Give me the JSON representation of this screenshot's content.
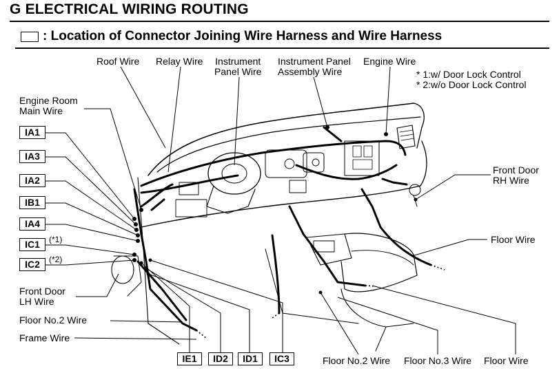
{
  "header": {
    "title": "G ELECTRICAL WIRING ROUTING",
    "subtitle": ": Location of Connector Joining Wire Harness and Wire Harness"
  },
  "labels": {
    "roof_wire": "Roof Wire",
    "relay_wire": "Relay Wire",
    "instrument_panel_wire": "Instrument\nPanel Wire",
    "instrument_panel_assembly_wire": "Instrument Panel\nAssembly Wire",
    "engine_wire": "Engine Wire",
    "door_lock_note_1": "* 1:w/ Door Lock Control",
    "door_lock_note_2": "* 2:w/o Door Lock Control",
    "engine_room_main_wire": "Engine Room\nMain Wire",
    "front_door_rh_wire": "Front Door\nRH Wire",
    "floor_wire_right": "Floor Wire",
    "front_door_lh_wire": "Front Door\nLH Wire",
    "floor_no2_wire_left": "Floor No.2 Wire",
    "frame_wire": "Frame Wire",
    "floor_no2_wire_bottom": "Floor No.2 Wire",
    "floor_no3_wire": "Floor No.3 Wire",
    "floor_wire_bottom": "Floor Wire"
  },
  "connectors_left": [
    "IA1",
    "IA3",
    "IA2",
    "IB1",
    "IA4",
    "IC1",
    "IC2"
  ],
  "connector_notes": {
    "ic1": "(*1)",
    "ic2": "(*2)"
  },
  "connectors_bottom": [
    "IE1",
    "ID2",
    "ID1",
    "IC3"
  ]
}
